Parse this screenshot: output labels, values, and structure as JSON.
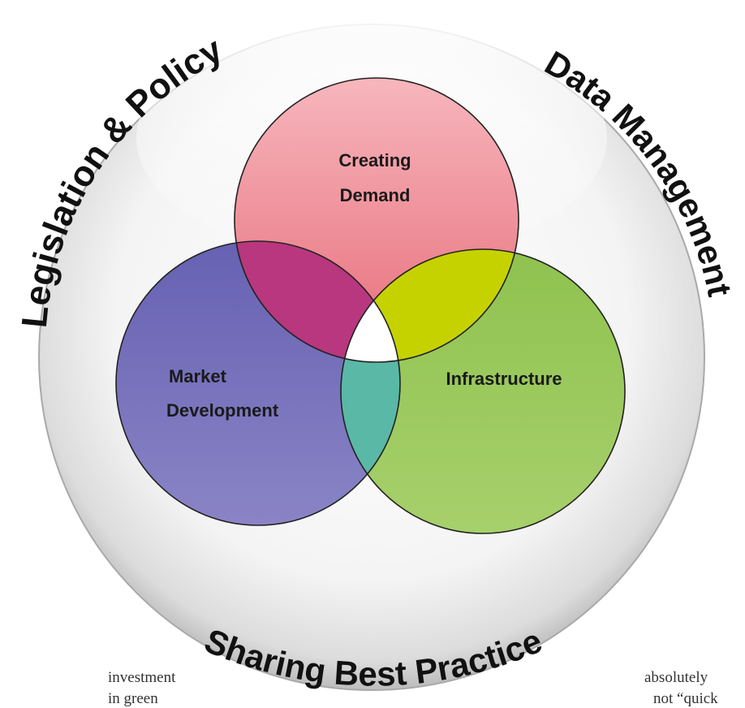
{
  "ring_labels": {
    "left": "Legislation & Policy",
    "right": "Data Management",
    "bottom": "Sharing Best Practice"
  },
  "circles": {
    "top": {
      "label_line1": "Creating",
      "label_line2": "Demand"
    },
    "left": {
      "label_line1": "Market",
      "label_line2": "Development"
    },
    "right": {
      "label_line1": "Infrastructure"
    }
  },
  "colors": {
    "top": "#e8707a",
    "left": "#6a66b4",
    "right": "#94c456",
    "top_left_overlap": "#b8377e",
    "top_right_overlap": "#c6d200",
    "left_right_overlap": "#5ab8a6",
    "center": "#ffffff"
  },
  "text_fragments": {
    "left_line1": "investment",
    "left_line2": "in green",
    "right_line1": "absolutely",
    "right_line2": "not “quick"
  }
}
